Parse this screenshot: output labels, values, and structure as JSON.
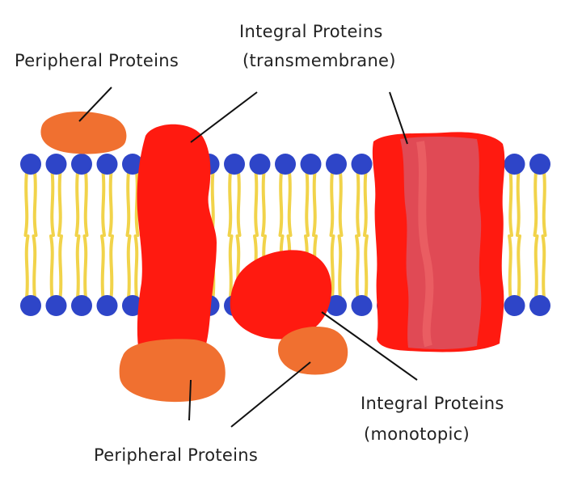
{
  "labels": {
    "peripheral_top": "Peripheral Proteins",
    "integral_trans_line1": "Integral Proteins",
    "integral_trans_line2": "(transmembrane)",
    "integral_mono_line1": "Integral Proteins",
    "integral_mono_line2": "(monotopic)",
    "peripheral_bottom": "Peripheral Proteins"
  },
  "colors": {
    "head": "#2e45c8",
    "tail": "#f1d34a",
    "integral": "#ff1a10",
    "integral_band": "#e04a55",
    "peripheral": "#f07030",
    "line": "#111111"
  }
}
